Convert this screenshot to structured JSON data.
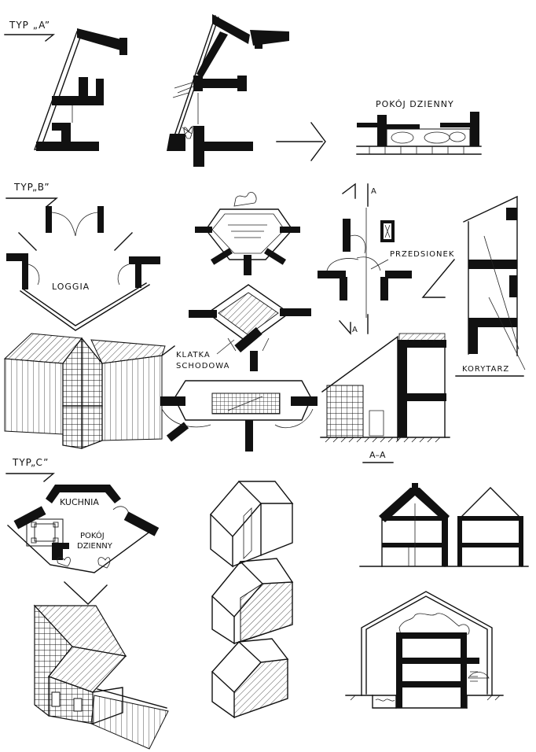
{
  "labels": {
    "typ_a": "TYP „A”",
    "typ_b": "TYP„B”",
    "typ_c": "TYP„C”",
    "pokoj_dzienny": "POKÓJ DZIENNY",
    "loggia": "LOGGIA",
    "przedsionek": "PRZEDSIONEK",
    "section_marker": "A",
    "klatka": "KLATKA",
    "schodowa": "SCHODOWA",
    "korytarz": "KORYTARZ",
    "section_aa": "A–A",
    "kuchnia": "KUCHNIA",
    "pokoj_c": "POKÓJ",
    "dzienny_c": "DZIENNY"
  }
}
